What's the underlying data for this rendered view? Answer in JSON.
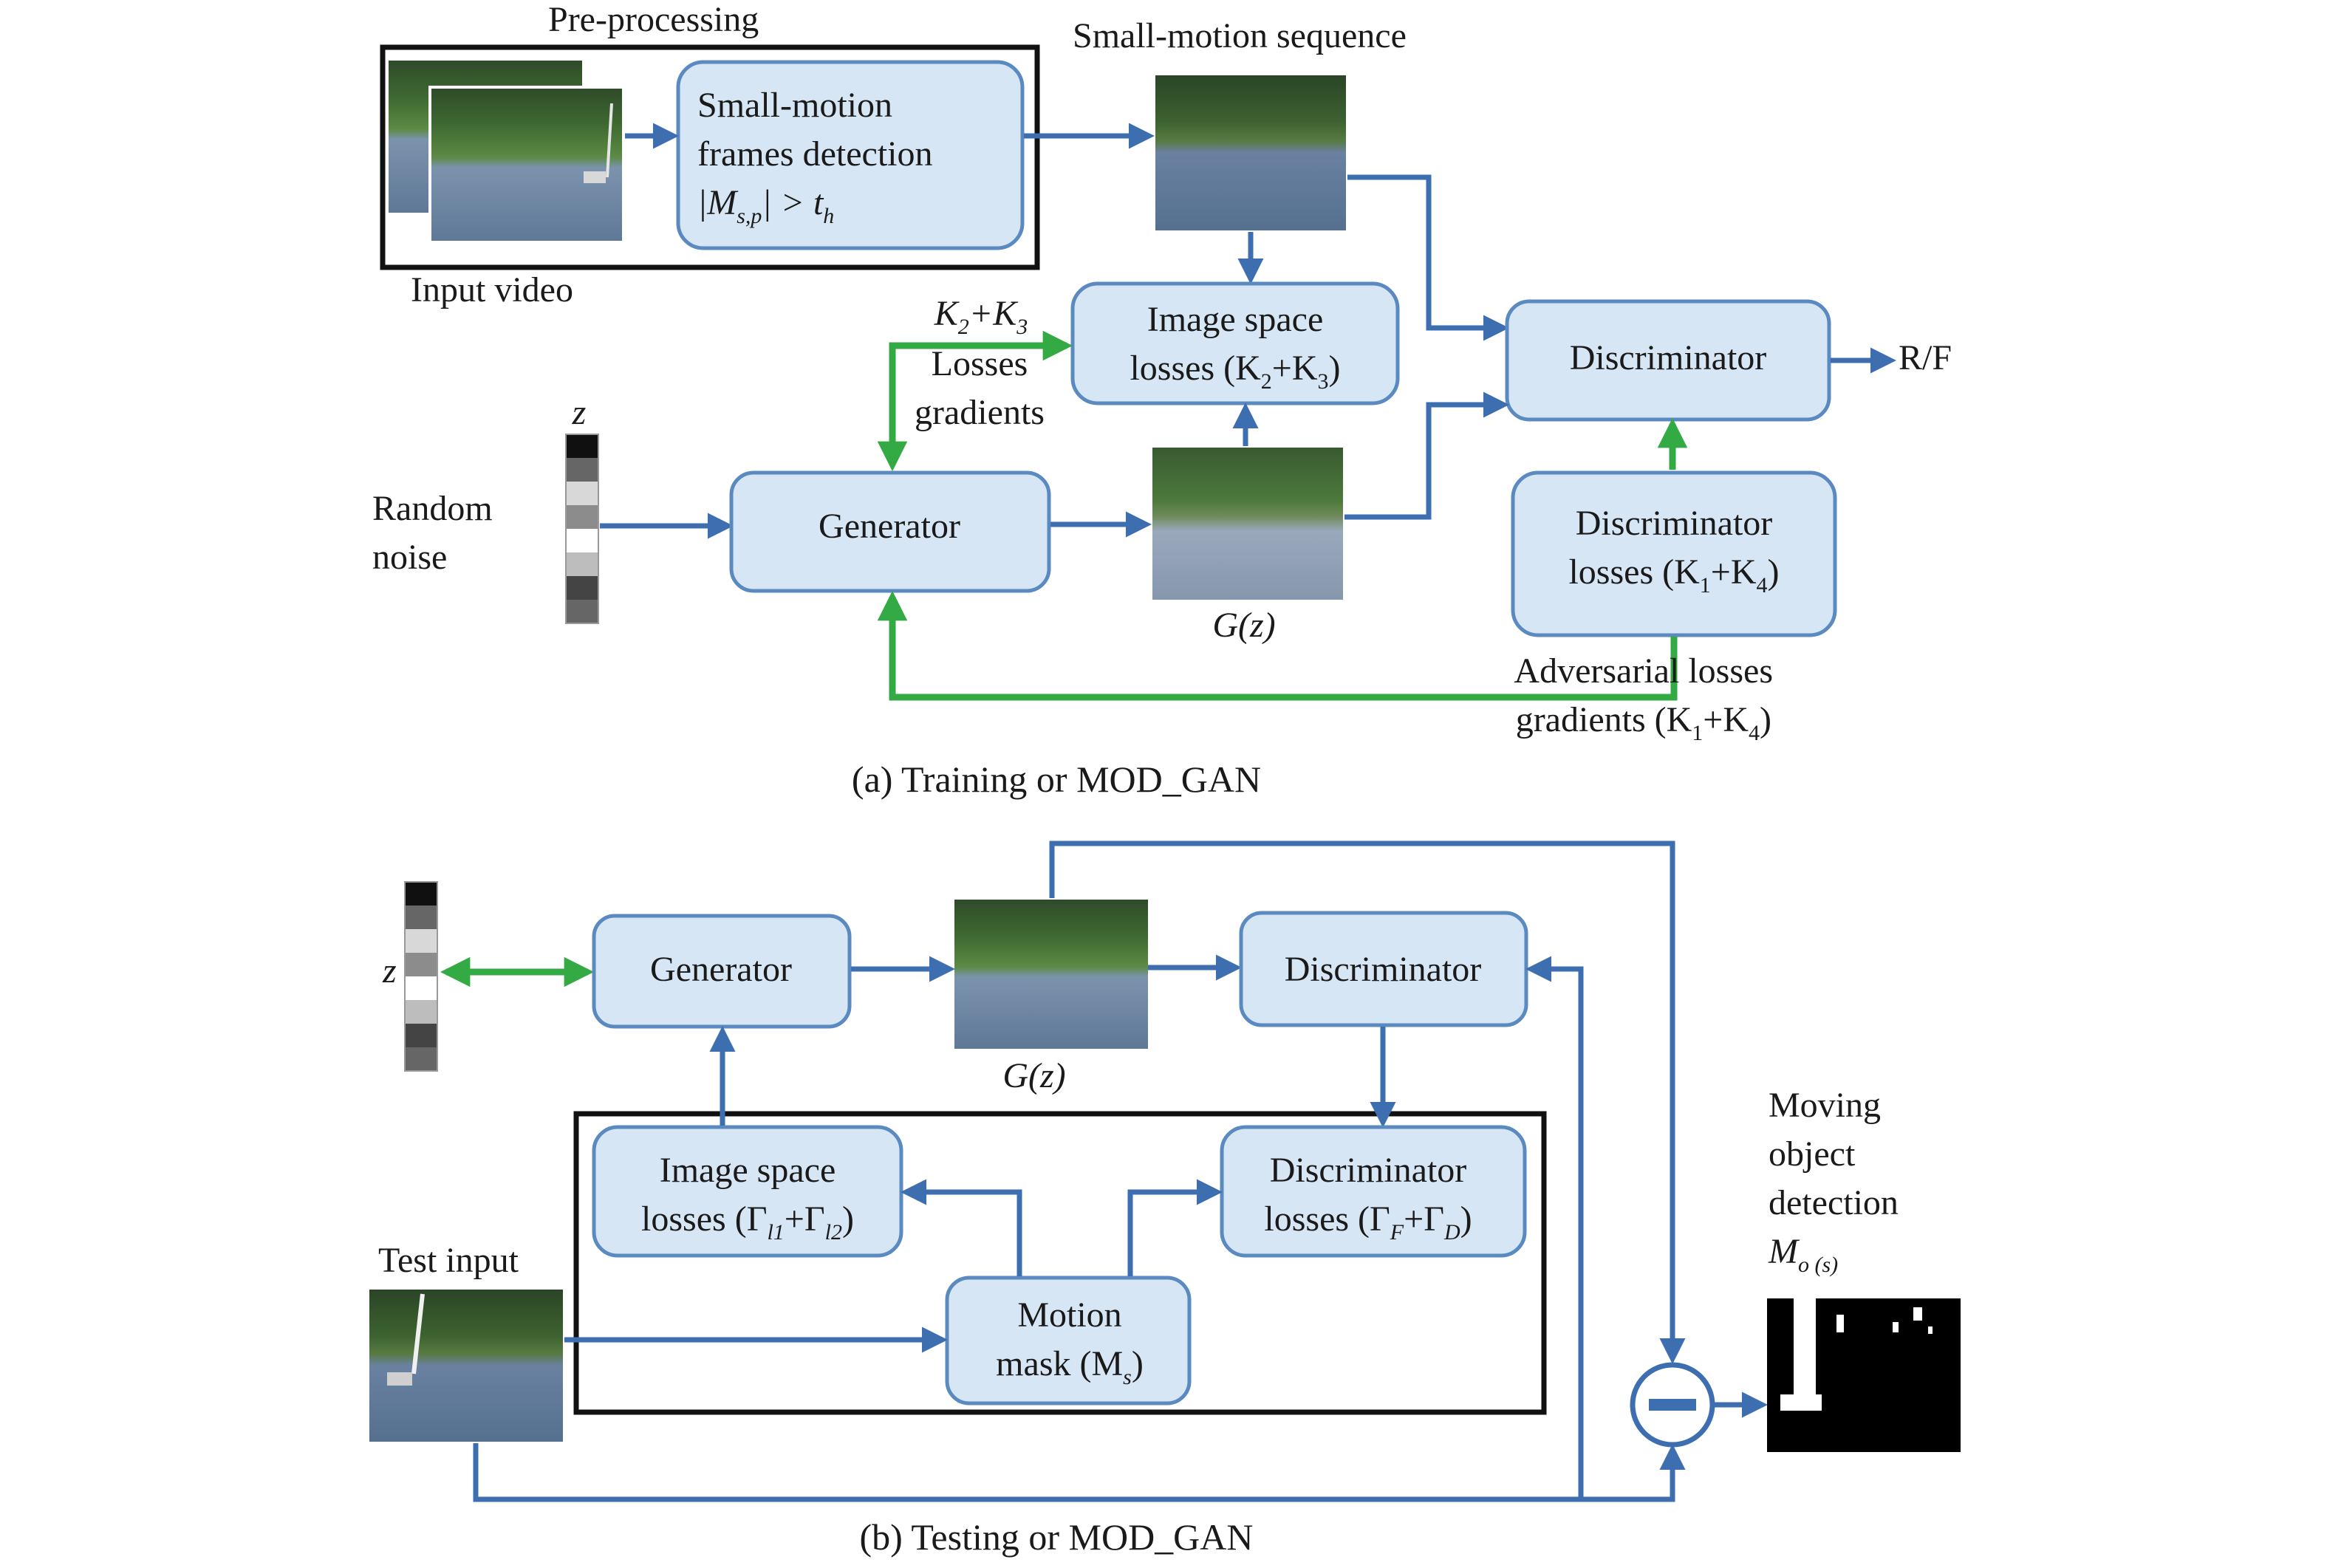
{
  "colors": {
    "box_fill": "#d6e6f5",
    "box_stroke": "#5b8ac0",
    "blue_arrow": "#3d6fb0",
    "green_arrow": "#33aa44"
  },
  "training": {
    "caption": "(a) Training or MOD_GAN",
    "preprocessing_label": "Pre-processing",
    "input_video_label": "Input video",
    "small_motion_box": {
      "line1": "Small-motion",
      "line2": "frames detection",
      "formula_a": "|M",
      "formula_sub": "s,p",
      "formula_b": "| > t",
      "formula_sub2": "h"
    },
    "small_motion_sequence_label": "Small-motion sequence",
    "image_space_box": {
      "line1": "Image space",
      "line2_a": "losses (K",
      "line2_s1": "2",
      "line2_b": "+K",
      "line2_s2": "3",
      "line2_c": ")"
    },
    "k_losses_label": {
      "a": "K",
      "s1": "2",
      "b": "+K",
      "s2": "3",
      "line2": "Losses",
      "line3": "gradients"
    },
    "discriminator_label": "Discriminator",
    "rf_label": "R/F",
    "z_label": "z",
    "random_noise": {
      "line1": "Random",
      "line2": "noise"
    },
    "generator_label": "Generator",
    "gz_label": {
      "a": "G(",
      "b": "z",
      "c": ")"
    },
    "disc_losses_box": {
      "line1": "Discriminator",
      "line2_a": "losses (K",
      "line2_s1": "1",
      "line2_b": "+K",
      "line2_s2": "4",
      "line2_c": ")"
    },
    "adversarial_label": {
      "line1": "Adversarial losses",
      "line2_a": "gradients (K",
      "line2_s1": "1",
      "line2_b": "+K",
      "line2_s2": "4",
      "line2_c": ")"
    }
  },
  "testing": {
    "caption": "(b) Testing or MOD_GAN",
    "z_label": "z",
    "generator_label": "Generator",
    "gz_label": {
      "a": "G(",
      "b": "z",
      "c": ")"
    },
    "discriminator_label": "Discriminator",
    "image_space_box": {
      "line1": "Image space",
      "line2_a": "losses (Γ",
      "line2_s1": "l1",
      "line2_b": "+Γ",
      "line2_s2": "l2",
      "line2_c": ")"
    },
    "disc_losses_box": {
      "line1": "Discriminator",
      "line2_a": "losses (Γ",
      "line2_s1": "F",
      "line2_b": "+Γ",
      "line2_s2": "D",
      "line2_c": ")"
    },
    "motion_mask_box": {
      "line1": "Motion",
      "line2_a": "mask (M",
      "line2_s": "s",
      "line2_b": ")"
    },
    "test_input_label": "Test input",
    "moving_object": {
      "line1": "Moving",
      "line2": "object",
      "line3": "detection",
      "m_a": "M",
      "m_sub": "o (s)"
    }
  }
}
